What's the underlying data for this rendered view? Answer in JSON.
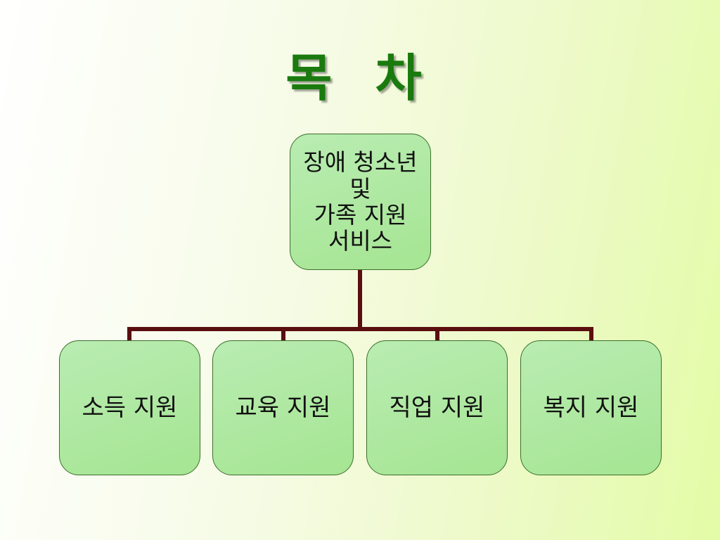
{
  "title": "목 차",
  "root": {
    "lines": [
      "장애 청소년",
      "및",
      "가족 지원",
      "서비스"
    ]
  },
  "children": [
    {
      "label": "소득 지원"
    },
    {
      "label": "교육 지원"
    },
    {
      "label": "직업 지원"
    },
    {
      "label": "복지 지원"
    }
  ],
  "colors": {
    "title": "#1a7a0e",
    "node_fill": "#aee79f",
    "node_border": "#3b6e2a",
    "connector": "#5a0f0f"
  }
}
